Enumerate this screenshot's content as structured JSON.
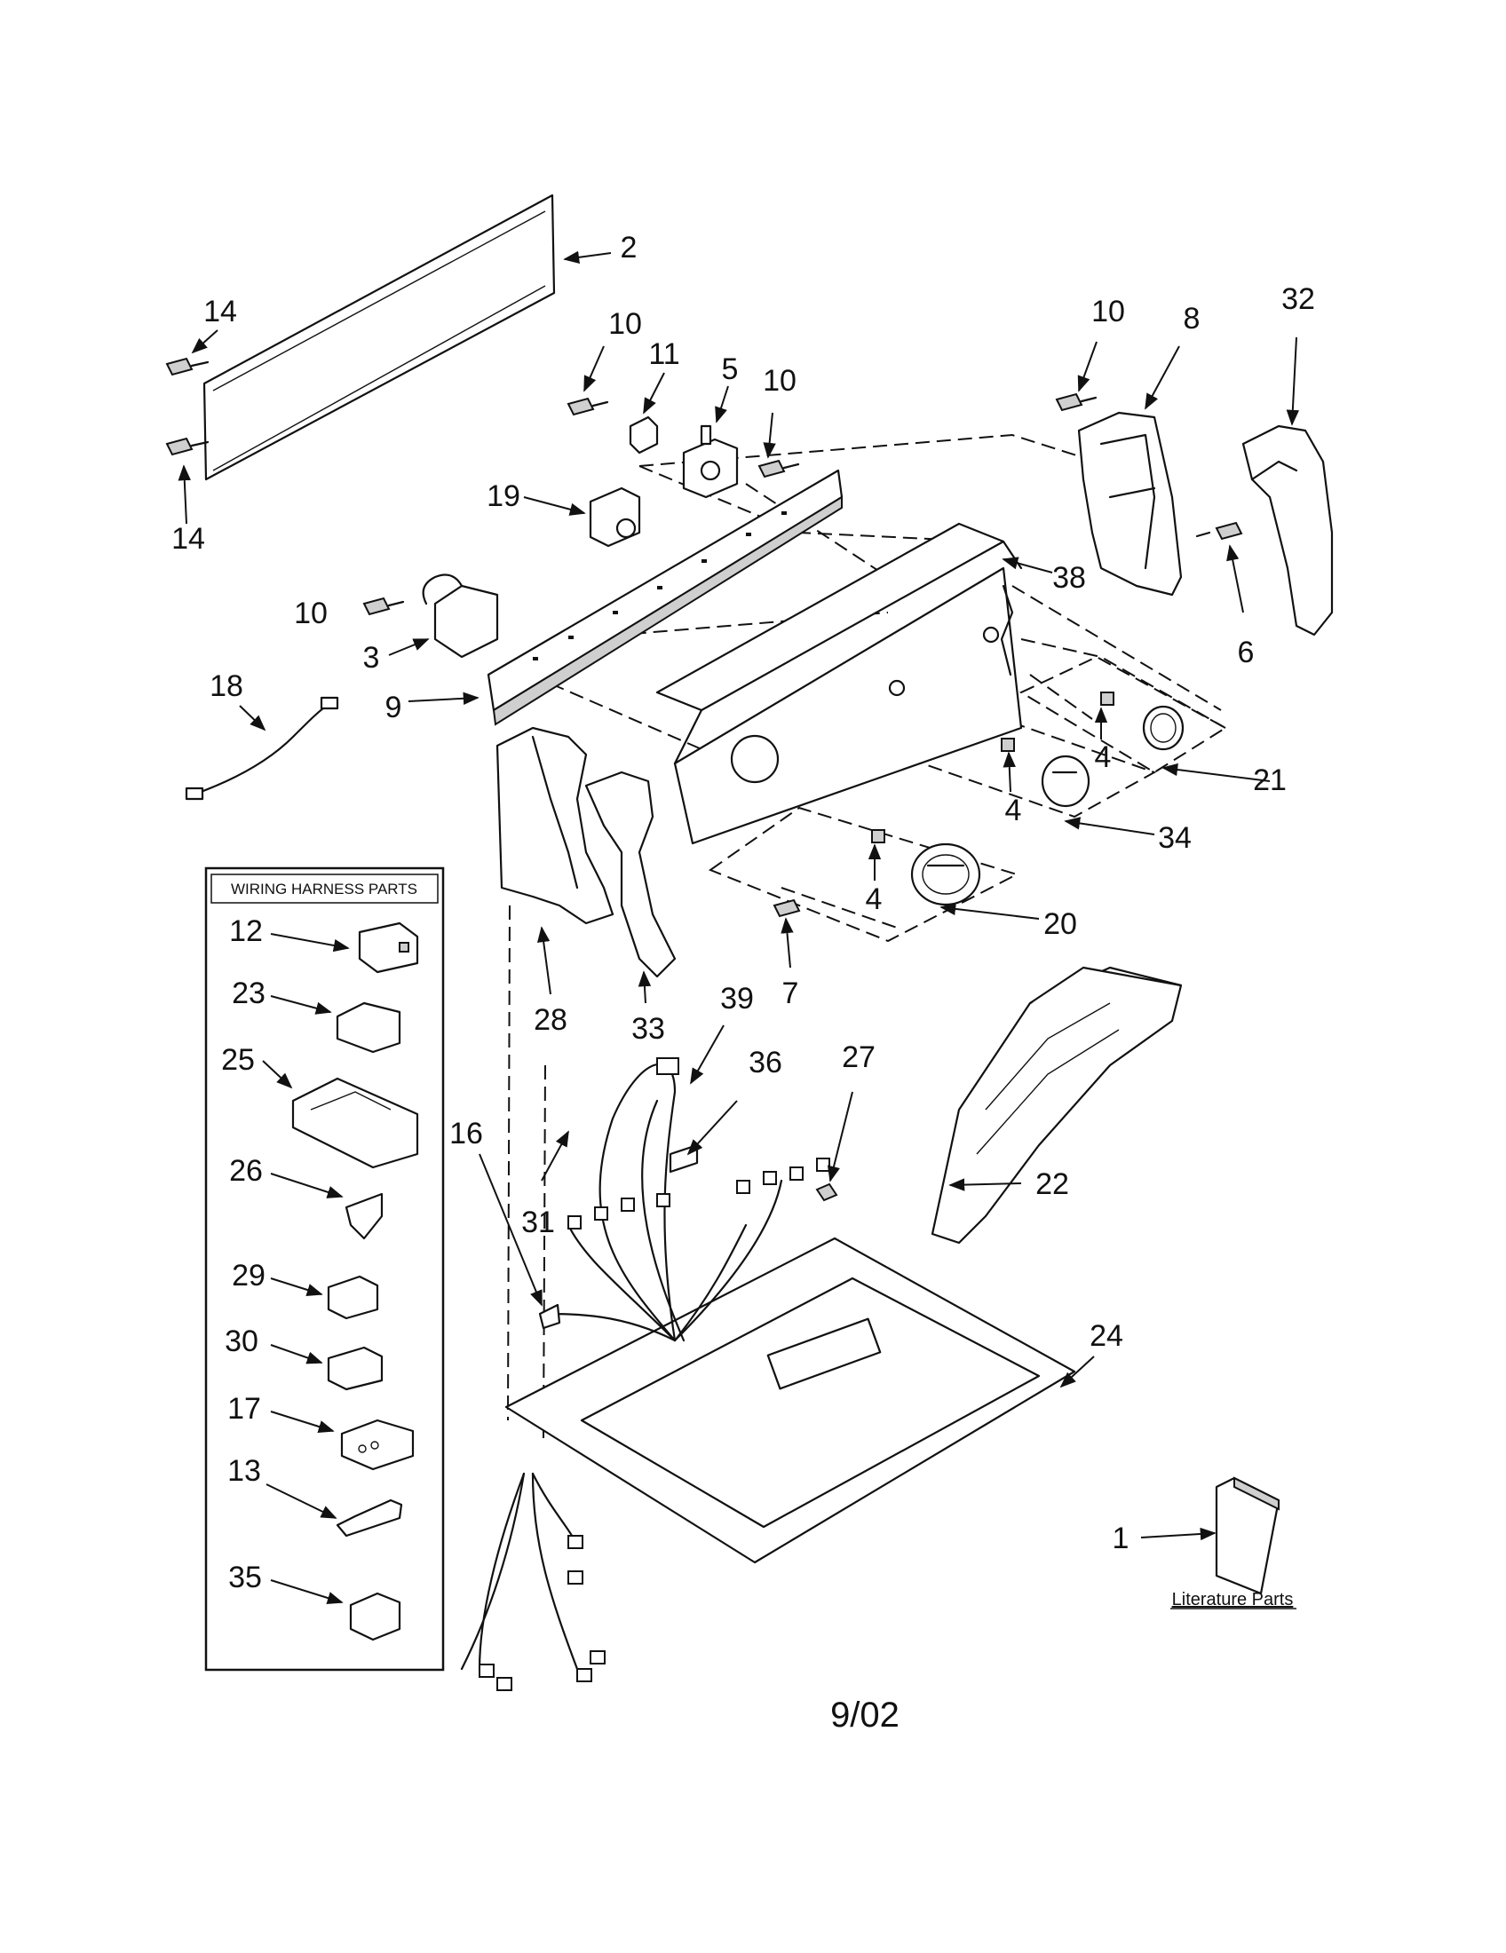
{
  "wiring_box": {
    "title": "WIRING HARNESS PARTS",
    "parts": [
      "12",
      "23",
      "25",
      "26",
      "29",
      "30",
      "17",
      "13",
      "35"
    ]
  },
  "literature_label": "Literature Parts",
  "date_code": "9/02",
  "callouts": {
    "c1": "1",
    "c2": "2",
    "c3": "3",
    "c4a": "4",
    "c4b": "4",
    "c4c": "4",
    "c5": "5",
    "c6": "6",
    "c7": "7",
    "c8": "8",
    "c9": "9",
    "c10a": "10",
    "c10b": "10",
    "c10c": "10",
    "c10d": "10",
    "c11": "11",
    "c14a": "14",
    "c14b": "14",
    "c16": "16",
    "c18": "18",
    "c19": "19",
    "c20": "20",
    "c21": "21",
    "c22": "22",
    "c24": "24",
    "c27": "27",
    "c28": "28",
    "c31": "31",
    "c32": "32",
    "c33": "33",
    "c34": "34",
    "c36": "36",
    "c38": "38",
    "c39": "39"
  }
}
